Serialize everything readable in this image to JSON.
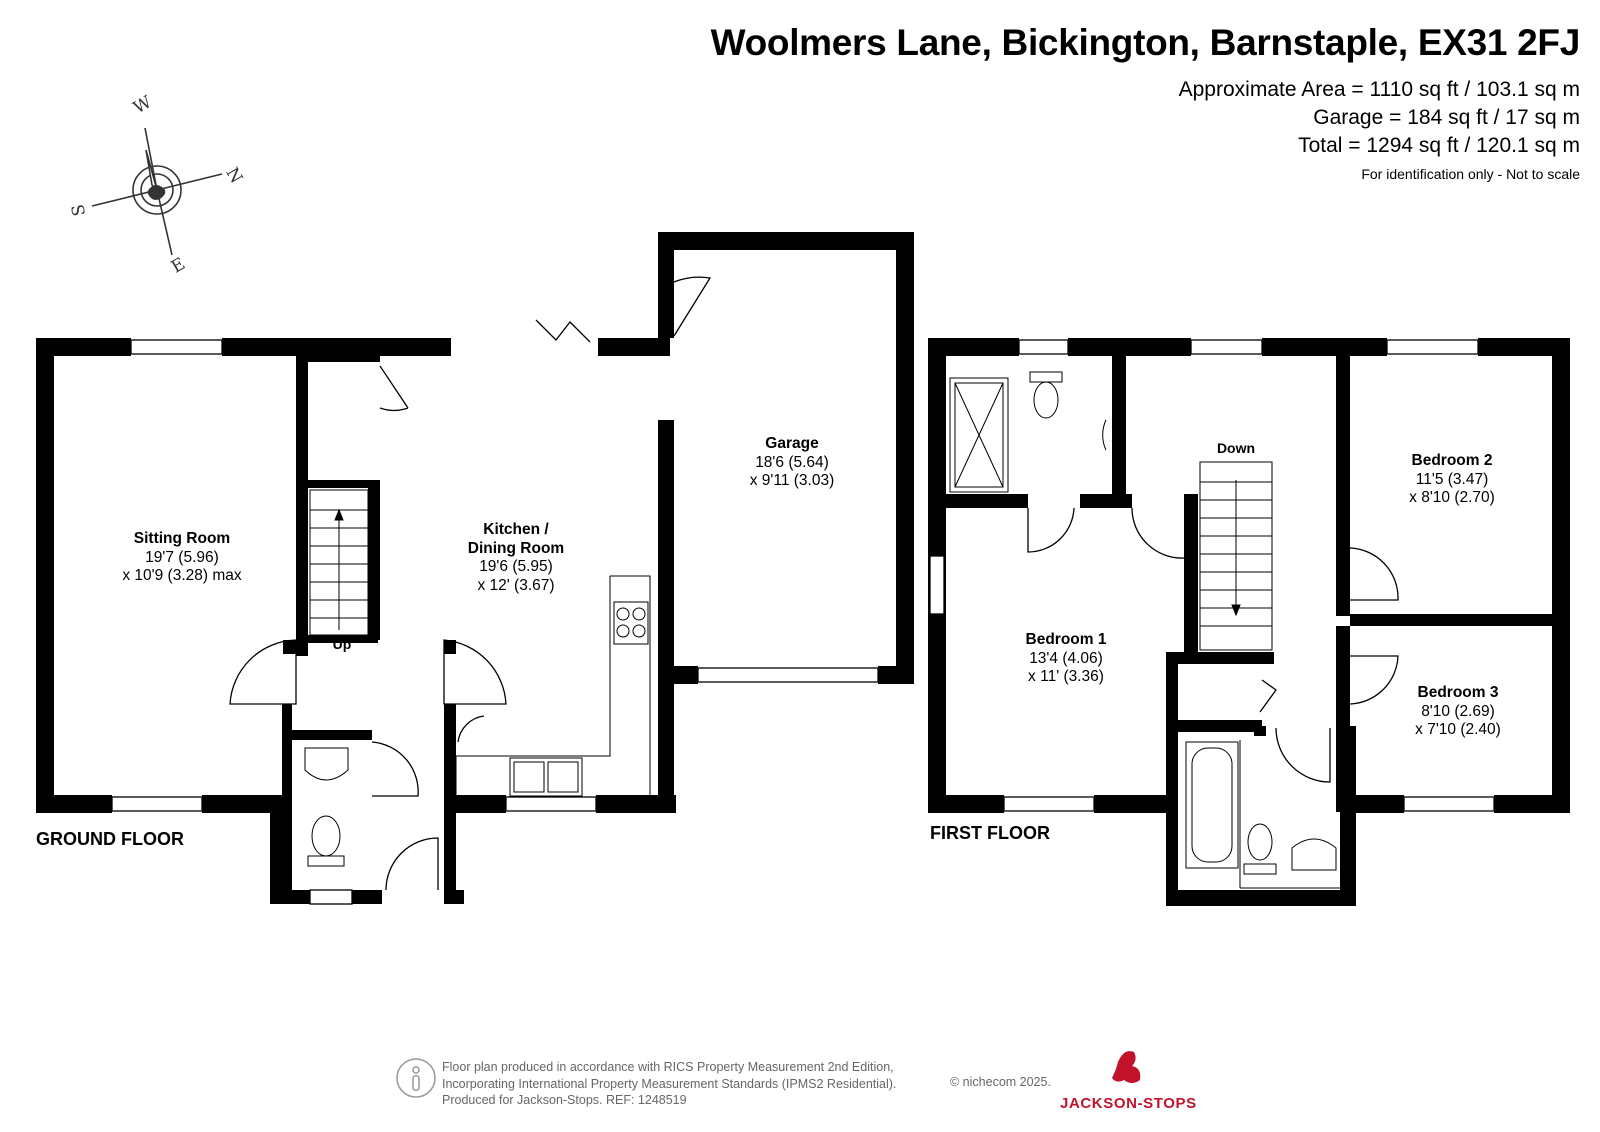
{
  "header": {
    "address": "Woolmers Lane, Bickington, Barnstaple, EX31 2FJ",
    "approx_area": "Approximate Area = 1110 sq ft / 103.1 sq m",
    "garage_area": "Garage = 184 sq ft / 17 sq m",
    "total_area": "Total = 1294 sq ft / 120.1 sq m",
    "disclaimer": "For identification only - Not to scale"
  },
  "compass": {
    "n": "N",
    "s": "S",
    "e": "E",
    "w": "W"
  },
  "ground_floor": {
    "label": "GROUND FLOOR",
    "stairs_label": "Up",
    "sitting_room": {
      "name": "Sitting Room",
      "dim1": "19'7 (5.96)",
      "dim2": "x 10'9 (3.28) max"
    },
    "kitchen": {
      "name_line1": "Kitchen /",
      "name_line2": "Dining Room",
      "dim1": "19'6 (5.95)",
      "dim2": "x 12' (3.67)"
    },
    "garage": {
      "name": "Garage",
      "dim1": "18'6 (5.64)",
      "dim2": "x 9'11 (3.03)"
    }
  },
  "first_floor": {
    "label": "FIRST FLOOR",
    "stairs_label": "Down",
    "bedroom1": {
      "name": "Bedroom 1",
      "dim1": "13'4 (4.06)",
      "dim2": "x 11' (3.36)"
    },
    "bedroom2": {
      "name": "Bedroom 2",
      "dim1": "11'5 (3.47)",
      "dim2": "x 8'10 (2.70)"
    },
    "bedroom3": {
      "name": "Bedroom 3",
      "dim1": "8'10 (2.69)",
      "dim2": "x 7'10 (2.40)"
    }
  },
  "footer": {
    "line1": "Floor plan produced in accordance with RICS Property Measurement 2nd Edition,",
    "line2": "Incorporating International Property Measurement Standards (IPMS2 Residential).",
    "line3": "Produced for Jackson-Stops.   REF:  1248519",
    "copyright": "© nichecom 2025.",
    "brand": "JACKSON-STOPS"
  },
  "colors": {
    "wall": "#000000",
    "brand": "#c3132c",
    "footer_text": "#666666"
  }
}
